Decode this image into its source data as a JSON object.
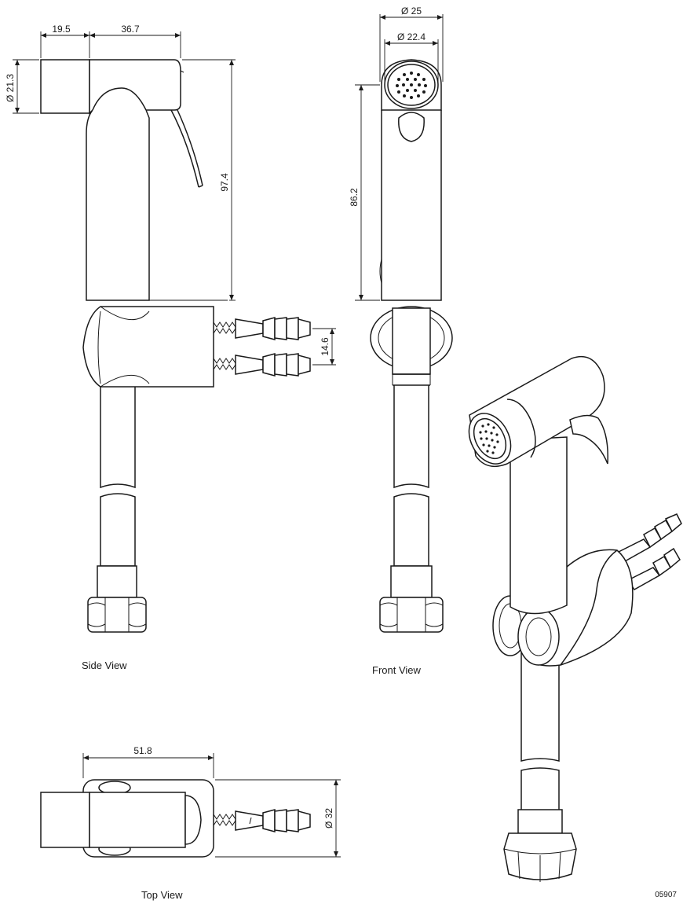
{
  "views": {
    "side": {
      "label": "Side View",
      "dims": {
        "nozzle_length": "19.5",
        "head_length": "36.7",
        "nozzle_diameter": "21.3",
        "body_height": "97.4",
        "inlet_spacing": "14.6"
      }
    },
    "front": {
      "label": "Front View",
      "dims": {
        "outer_diameter": "25",
        "inner_diameter": "22.4",
        "body_height": "86.2"
      }
    },
    "top": {
      "label": "Top View",
      "dims": {
        "bracket_width": "51.8",
        "bracket_diameter": "32"
      }
    },
    "isometric": {}
  },
  "drawing_code": "05907"
}
